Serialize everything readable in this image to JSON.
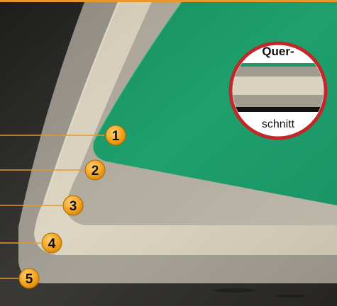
{
  "colors": {
    "accent_orange": "#E8972A",
    "badge_fill": "#F5A51F",
    "layer_green": "#1E9A6A",
    "layer_beige": "#D4CCB8",
    "layer_grey": "#A19B90",
    "layer_dark": "#2B2A28",
    "inset_ring": "#C0282A"
  },
  "layers": [
    {
      "number": "1"
    },
    {
      "number": "2"
    },
    {
      "number": "3"
    },
    {
      "number": "4"
    },
    {
      "number": "5"
    }
  ],
  "cross_section": {
    "title_top": "Quer-",
    "title_bottom": "schnitt"
  }
}
